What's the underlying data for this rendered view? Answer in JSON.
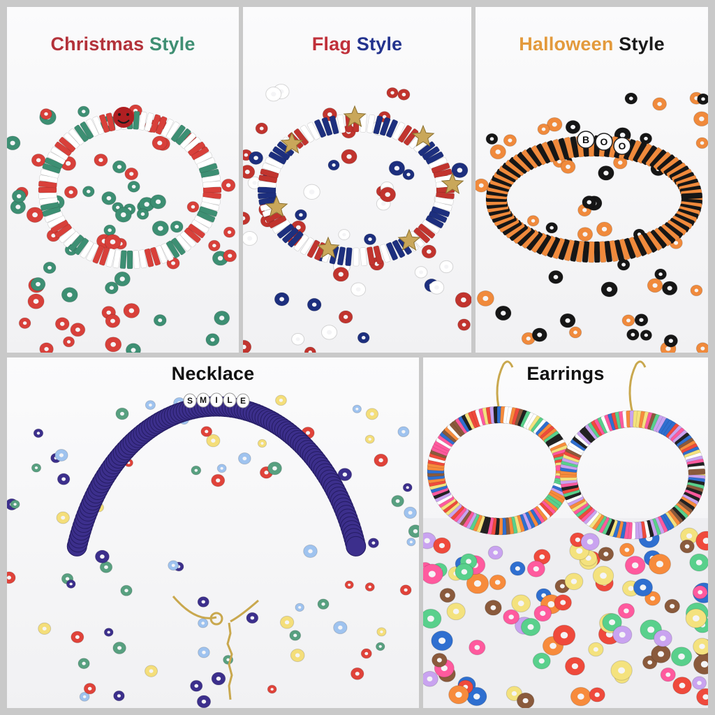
{
  "panels": [
    {
      "title_a": "Christmas",
      "title_b": "Style",
      "color_a": "#b3323a",
      "color_b": "#3f8f73",
      "bead_colors": [
        "#d8403a",
        "#3d8f73",
        "#ffffff"
      ],
      "focal_bead": "red-smiley-bead"
    },
    {
      "title_a": "Flag",
      "title_b": "Style",
      "color_a": "#c0303a",
      "color_b": "#23338e",
      "bead_colors": [
        "#c1342e",
        "#1d2f7e",
        "#ffffff",
        "#c9a75a"
      ],
      "focal_bead": "gold-star-bead"
    },
    {
      "title_a": "Halloween",
      "title_b": "Style",
      "color_a": "#e39a3c",
      "color_b": "#1a1a1a",
      "bead_colors": [
        "#f08a3c",
        "#161616"
      ],
      "letter_beads": "BOO"
    },
    {
      "title": "Necklace",
      "bead_colors": [
        "#3c2f8c",
        "#f4de7a",
        "#58a080",
        "#e0433a",
        "#9fc3ef"
      ],
      "letter_beads": "SMILE"
    },
    {
      "title": "Earrings",
      "bead_colors": [
        "#ff5a9e",
        "#59d08c",
        "#f4e27e",
        "#2f6fd0",
        "#ef4a3c",
        "#8a5a3c",
        "#c9a3f0",
        "#f78b3c",
        "#ffffff",
        "#222222"
      ]
    }
  ]
}
